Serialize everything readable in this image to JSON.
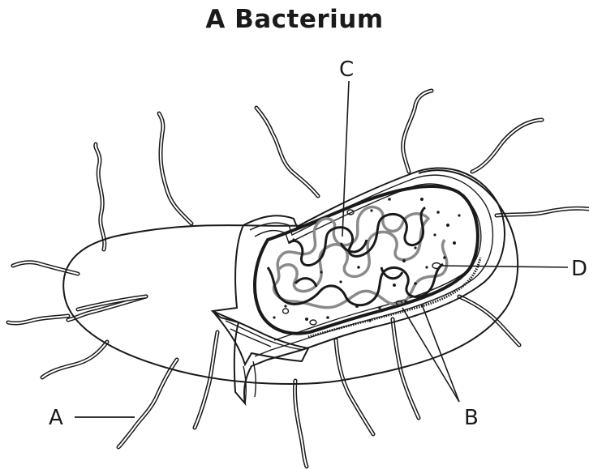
{
  "diagram": {
    "title": "A Bacterium",
    "labels": {
      "a": "A",
      "b": "B",
      "c": "C",
      "d": "D"
    }
  }
}
